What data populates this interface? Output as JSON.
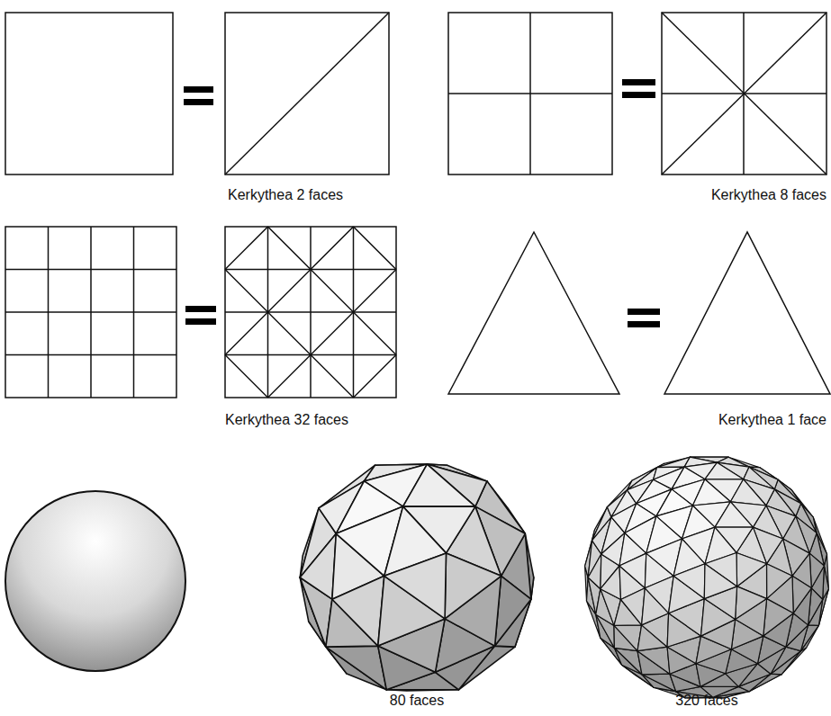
{
  "diagram": {
    "labels": [
      "Kerkythea 2 faces",
      "Kerkythea 8 faces",
      "Kerkythea 32 faces",
      "Kerkythea 1 face",
      "80 faces",
      "320 faces"
    ]
  }
}
